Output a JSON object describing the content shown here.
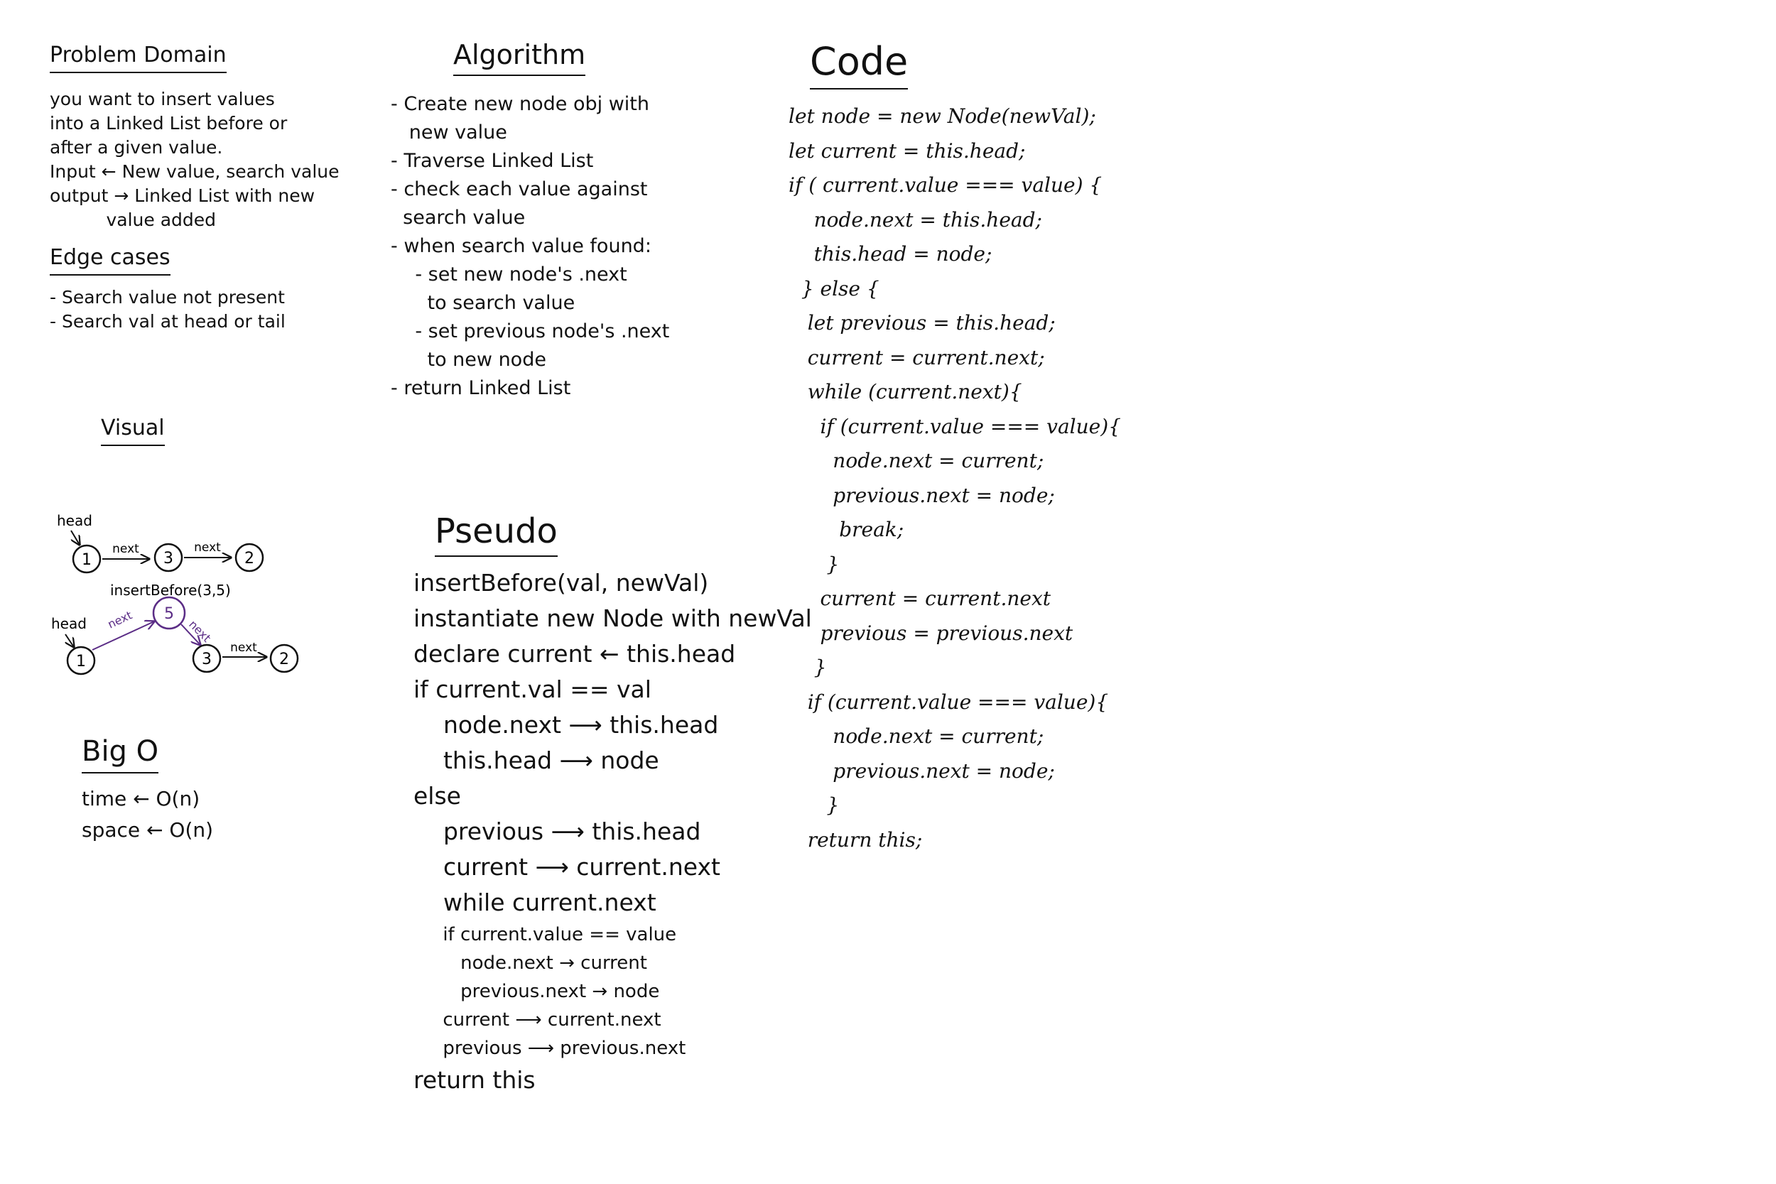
{
  "problem": {
    "heading": "Problem Domain",
    "lines": [
      "you want to insert values",
      "into a Linked List before or",
      "after a given value.",
      "",
      "Input ← New value, search value",
      "output → Linked List with new",
      "          value added"
    ],
    "edge_heading": "Edge cases",
    "edge_lines": [
      "- Search value not present",
      "- Search val at head or tail"
    ]
  },
  "visual": {
    "heading": "Visual",
    "diagram1": {
      "head_label": "head",
      "nodes": [
        "1",
        "3",
        "2"
      ],
      "edge_labels": [
        "next",
        "next"
      ]
    },
    "call": "insertBefore(3,5)",
    "diagram2": {
      "head_label": "head",
      "new_node": "5",
      "nodes": [
        "1",
        "3",
        "2"
      ],
      "edge_labels": [
        "next",
        "next",
        "next"
      ]
    },
    "new_node_color": "#5b2d86"
  },
  "bigo": {
    "heading": "Big O",
    "lines": [
      "time ← O(n)",
      "space ← O(n)"
    ]
  },
  "algorithm": {
    "heading": "Algorithm",
    "lines": [
      "- Create new node obj with",
      "   new value",
      "",
      "- Traverse Linked List",
      "",
      "- check each value against",
      "  search value",
      "",
      "- when search value found:",
      "    - set new node's .next",
      "      to search value",
      "",
      "    - set previous node's .next",
      "      to new node",
      "- return Linked List"
    ]
  },
  "pseudo": {
    "heading": "Pseudo",
    "lines": [
      "insertBefore(val, newVal)",
      "instantiate new Node with newVal",
      "declare current ← this.head",
      "if current.val == val",
      "    node.next ⟶ this.head",
      "    this.head ⟶ node",
      "",
      "else",
      "    previous ⟶ this.head",
      "    current ⟶ current.next",
      "    while current.next",
      "     if current.value == value",
      "        node.next → current",
      "        previous.next → node",
      "",
      "     current ⟶ current.next",
      "     previous ⟶ previous.next",
      "return this"
    ]
  },
  "code": {
    "heading": "Code",
    "lines": [
      "let node = new Node(newVal);",
      "let current = this.head;",
      "if ( current.value === value) {",
      "    node.next = this.head;",
      "    this.head = node;",
      "  } else {",
      "   let previous = this.head;",
      "   current = current.next;",
      "   while (current.next){",
      "     if (current.value === value){",
      "       node.next = current;",
      "       previous.next = node;",
      "        break;",
      "      }",
      "     current = current.next",
      "     previous = previous.next",
      "    }",
      "   if (current.value === value){",
      "       node.next = current;",
      "       previous.next = node;",
      "      }",
      "",
      "   return this;"
    ]
  }
}
